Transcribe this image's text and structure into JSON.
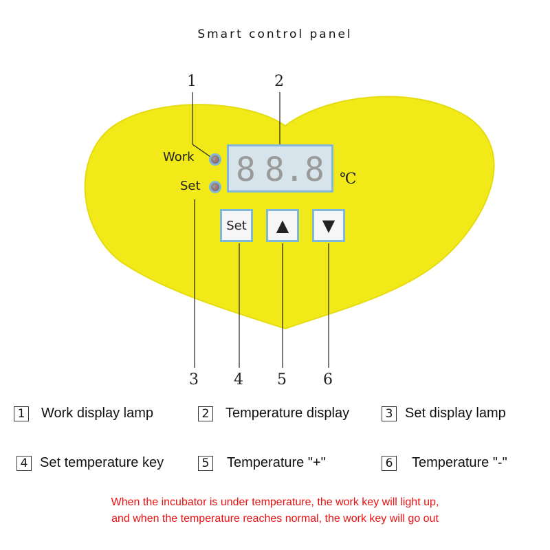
{
  "title": "Smart control panel",
  "callouts": [
    "1",
    "2",
    "3",
    "4",
    "5",
    "6"
  ],
  "panel": {
    "work_label": "Work",
    "set_label": "Set",
    "display_digits": [
      "8",
      "8.",
      "8"
    ],
    "unit": "℃",
    "keys": {
      "set": "Set",
      "up": "▲",
      "down": "▼"
    }
  },
  "legend": [
    {
      "num": "1",
      "text": "Work display lamp"
    },
    {
      "num": "2",
      "text": "Temperature display"
    },
    {
      "num": "3",
      "text": "Set display lamp"
    },
    {
      "num": "4",
      "text": "Set temperature key"
    },
    {
      "num": "5",
      "text": "Temperature \"+\""
    },
    {
      "num": "6",
      "text": "Temperature \"-\""
    }
  ],
  "note": {
    "line1": "When the incubator is under temperature, the work key will light up,",
    "line2": "and when the temperature reaches normal, the work key will go out"
  },
  "colors": {
    "panel": "#f2ea18",
    "accent": "#7fb8d8",
    "note": "#e81010"
  }
}
